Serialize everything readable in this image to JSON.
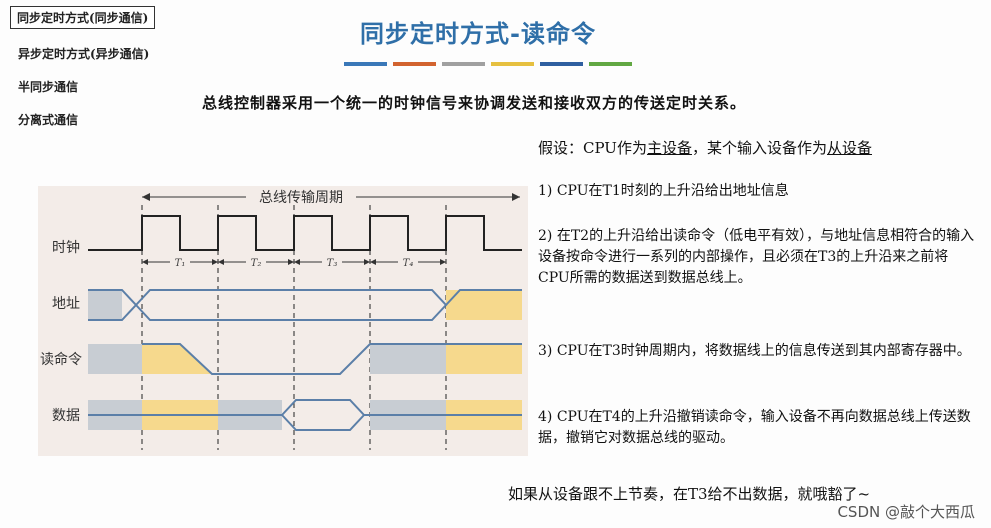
{
  "nav": {
    "items": [
      {
        "label": "同步定时方式(同步通信)",
        "active": true
      },
      {
        "label": "异步定时方式(异步通信)",
        "active": false
      },
      {
        "label": "半同步通信",
        "active": false
      },
      {
        "label": "分离式通信",
        "active": false
      }
    ]
  },
  "slide": {
    "title": "同步定时方式-读命令",
    "bar_colors": [
      "#3a78b8",
      "#d2632f",
      "#a0a0a0",
      "#e6c040",
      "#2f5fa0",
      "#62a843"
    ],
    "intro": "总线控制器采用一个统一的时钟信号来协调发送和接收双方的传送定时关系。",
    "assume_prefix": "假设：CPU作为",
    "assume_master": "主设备",
    "assume_mid": "，某个输入设备作为",
    "assume_slave": "从设备",
    "steps": [
      "1) CPU在T1时刻的上升沿给出地址信息",
      "2) 在T2的上升沿给出读命令（低电平有效），与地址信息相符合的输入设备按命令进行一系列的内部操作，且必须在T3的上升沿来之前将CPU所需的数据送到数据总线上。",
      "3) CPU在T3时钟周期内，将数据线上的信息传送到其内部寄存器中。",
      "4) CPU在T4的上升沿撤销读命令，输入设备不再向数据总线上传送数据，撤销它对数据总线的驱动。"
    ],
    "bottom_note": "如果从设备跟不上节奏，在T3给不出数据，就哦豁了~",
    "watermark": "CSDN @敲个大西瓜"
  },
  "diagram": {
    "bus_cycle_label": "总线传输周期",
    "signals": [
      "时钟",
      "地址",
      "读命令",
      "数据"
    ],
    "periods": [
      "T₁",
      "T₂",
      "T₃",
      "T₄"
    ],
    "colors": {
      "gray": "#c8cdd3",
      "yellow": "#f6d98d",
      "line": "#5b7fa8"
    }
  }
}
